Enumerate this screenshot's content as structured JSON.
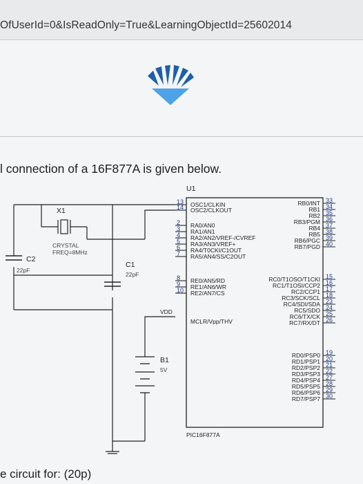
{
  "browser": {
    "url_text": "OfUserId=0&IsReadOnly=True&LearningObjectId=25602014"
  },
  "page": {
    "question_text": "l connection of a 16F877A is given below.",
    "footer_text": "e circuit for: (20p)"
  },
  "schematic": {
    "chip_ref": "U1",
    "chip_part": "PIC16F877A",
    "vdd_label": "VDD",
    "mclr_label": "MCLR/Vpp/THV",
    "components": {
      "x1_ref": "X1",
      "x1_desc1": "CRYSTAL",
      "x1_desc2": "FREQ=8MHz",
      "c1_ref": "C1",
      "c1_val": "22pF",
      "c2_ref": "C2",
      "c2_val": "22pF",
      "b1_ref": "B1",
      "b1_val": "5V"
    },
    "left_pins": [
      {
        "num": "13",
        "label": "OSC1/CLKIN"
      },
      {
        "num": "14",
        "label": "OSC2/CLKOUT"
      },
      {
        "num": "2",
        "label": "RA0/AN0"
      },
      {
        "num": "3",
        "label": "RA1/AN1"
      },
      {
        "num": "4",
        "label": "RA2/AN2/VREF-/CVREF"
      },
      {
        "num": "5",
        "label": "RA3/AN3/VREF+"
      },
      {
        "num": "6",
        "label": "RA4/T0CKI/C1OUT"
      },
      {
        "num": "7",
        "label": "RA5/AN4/SS/C2OUT"
      },
      {
        "num": "8",
        "label": "RE0/AN5/RD"
      },
      {
        "num": "9",
        "label": "RE1/AN6/WR"
      },
      {
        "num": "10",
        "label": "RE2/AN7/CS"
      }
    ],
    "right_pins": [
      {
        "num": "33",
        "label": "RB0/INT"
      },
      {
        "num": "34",
        "label": "RB1"
      },
      {
        "num": "35",
        "label": "RB2"
      },
      {
        "num": "36",
        "label": "RB3/PGM"
      },
      {
        "num": "37",
        "label": "RB4"
      },
      {
        "num": "38",
        "label": "RB5"
      },
      {
        "num": "39",
        "label": "RB6/PGC"
      },
      {
        "num": "40",
        "label": "RB7/PGD"
      },
      {
        "num": "15",
        "label": "RC0/T1OSO/T1CKI"
      },
      {
        "num": "16",
        "label": "RC1/T1OSI/CCP2"
      },
      {
        "num": "17",
        "label": "RC2/CCP1"
      },
      {
        "num": "18",
        "label": "RC3/SCK/SCL"
      },
      {
        "num": "23",
        "label": "RC4/SDI/SDA"
      },
      {
        "num": "24",
        "label": "RC5/SDO"
      },
      {
        "num": "25",
        "label": "RC6/TX/CK"
      },
      {
        "num": "26",
        "label": "RC7/RX/DT"
      },
      {
        "num": "19",
        "label": "RD0/PSP0"
      },
      {
        "num": "20",
        "label": "RD1/PSP1"
      },
      {
        "num": "21",
        "label": "RD2/PSP2"
      },
      {
        "num": "22",
        "label": "RD3/PSP3"
      },
      {
        "num": "27",
        "label": "RD4/PSP4"
      },
      {
        "num": "28",
        "label": "RD5/PSP5"
      },
      {
        "num": "29",
        "label": "RD6/PSP6"
      },
      {
        "num": "30",
        "label": "RD7/PSP7"
      }
    ]
  },
  "colors": {
    "pin_number": "#1a3a8a",
    "logo_blue": "#1f5fa8",
    "logo_light": "#4da3e6",
    "wire": "#222222"
  }
}
